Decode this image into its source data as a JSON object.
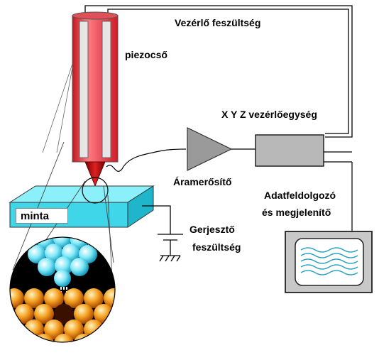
{
  "labels": {
    "control_voltage": "Vezérlő feszültség",
    "piezo_tube": "piezocső",
    "xyz_controller": "X Y Z vezérlőegység",
    "current_amplifier": "Áramerősítő",
    "data_processor_line1": "Adatfeldolgozó",
    "data_processor_line2": "és megjelenítő",
    "sample": "minta",
    "bias_voltage_line1": "Gerjesztő",
    "bias_voltage_line2": "feszültség"
  },
  "colors": {
    "piezo_red": "#e8323c",
    "piezo_inner": "#d8d8d8",
    "sample_cyan": "#55e0f0",
    "controller_gray": "#b8b8b8",
    "amplifier_gray": "#9a9a9a",
    "tip_red": "#b01010",
    "atom_cyan": "#7fe8f8",
    "atom_orange": "#f09020",
    "monitor_wave": "#2aa0c8"
  }
}
